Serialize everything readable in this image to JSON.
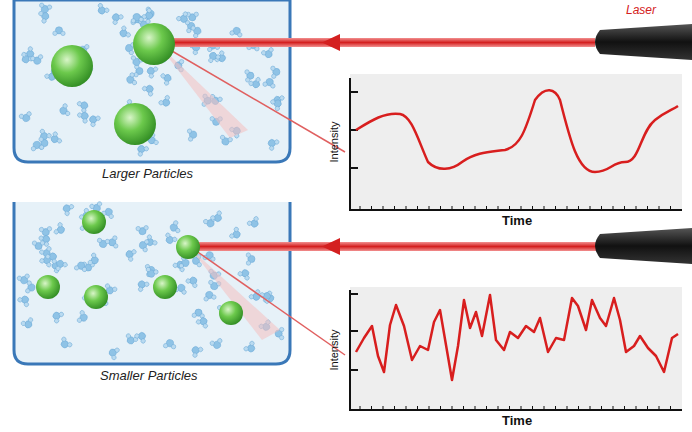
{
  "diagram": {
    "labels": [
      "Laser",
      "Larger Particles",
      "Intensity",
      "Time",
      "Smaller Particles",
      "Intensity",
      "Time"
    ]
  }
}
